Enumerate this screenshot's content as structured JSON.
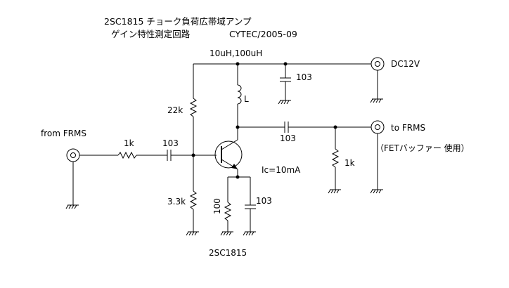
{
  "title": {
    "line1": "2SC1815 チョーク負荷広帯域アンプ",
    "line2": "ゲイン特性測定回路",
    "credit": "CYTEC/2005-09"
  },
  "labels": {
    "choke_values": "10uH,100uH",
    "supply": "DC12V",
    "choke_L": "L",
    "c_bypass_top": "103",
    "r_bias_top": "22k",
    "r_bias_bottom": "3.3k",
    "input": "from FRMS",
    "r_input": "1k",
    "c_input": "103",
    "c_output": "103",
    "output": "to FRMS",
    "output_note": "（FETバッファー 使用）",
    "r_load": "1k",
    "collector_current": "Ic=10mA",
    "r_emitter": "100",
    "c_emitter": "103",
    "transistor": "2SC1815"
  }
}
